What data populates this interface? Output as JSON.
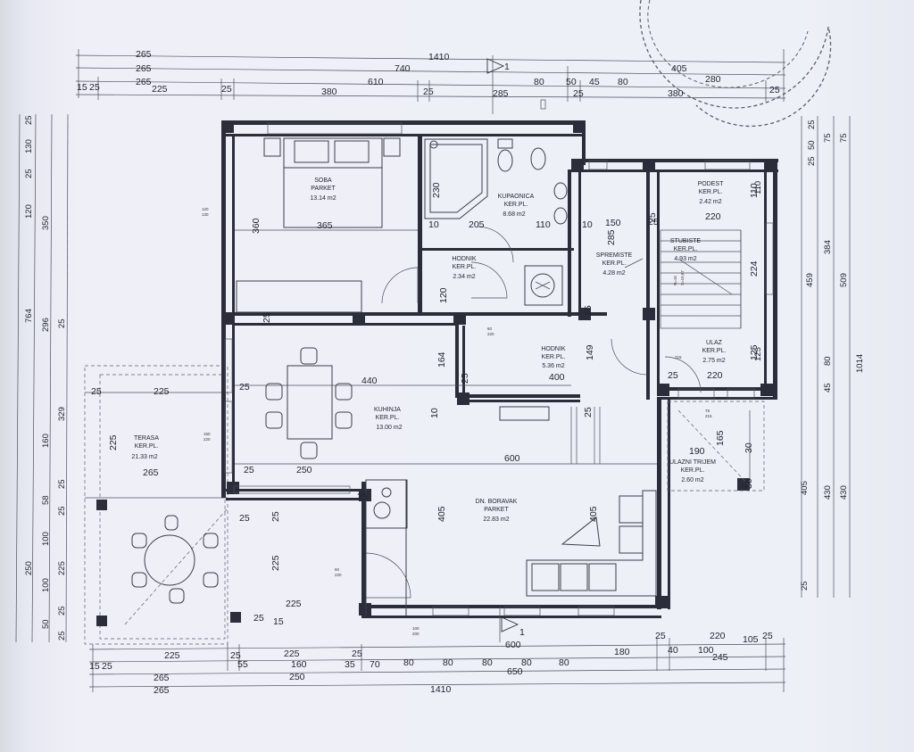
{
  "rooms": [
    {
      "name": "SOBA",
      "floor": "PARKET",
      "area": "13.14 m2"
    },
    {
      "name": "KUPAONICA",
      "floor": "KER.PL.",
      "area": "8.68 m2"
    },
    {
      "name": "HODNIK",
      "floor": "KER.PL.",
      "area": "2.34 m2"
    },
    {
      "name": "SPREMISTE",
      "floor": "KER.PL.",
      "area": "4.28 m2"
    },
    {
      "name": "PODEST",
      "floor": "KER.PL.",
      "area": "2.42 m2"
    },
    {
      "name": "STUBISTE",
      "floor": "KER.PL.",
      "area": "4.93 m2"
    },
    {
      "name": "HODNIK",
      "floor": "KER.PL.",
      "area": "5.36 m2"
    },
    {
      "name": "ULAZ",
      "floor": "KER.PL.",
      "area": "2.75 m2"
    },
    {
      "name": "KUHINJA",
      "floor": "KER.PL.",
      "area": "13.00 m2"
    },
    {
      "name": "TERASA",
      "floor": "KER.PL.",
      "area": "21.33 m2"
    },
    {
      "name": "DN. BORAVAK",
      "floor": "PARKET",
      "area": "22.83 m2"
    },
    {
      "name": "ULAZNI TRIJEM",
      "floor": "KER.PL.",
      "area": "2.60 m2"
    }
  ],
  "section_marks": [
    "1",
    "1"
  ],
  "top_dims": {
    "row1": [
      "265",
      "1410"
    ],
    "row2": [
      "265",
      "740",
      "405"
    ],
    "row3": [
      "265",
      "610",
      "80",
      "50",
      "45",
      "80",
      "280"
    ],
    "row4": [
      "15",
      "25",
      "225",
      "25",
      "380",
      "25",
      "285",
      "25",
      "380",
      "25"
    ]
  },
  "bottom_dims": {
    "row1": [
      "225",
      "25",
      "225",
      "25",
      "600",
      "25",
      "220",
      "25"
    ],
    "row2": [
      "15",
      "25",
      "55",
      "160",
      "35",
      "70",
      "80",
      "80",
      "80",
      "80",
      "80",
      "180",
      "40",
      "100",
      "105"
    ],
    "row3": [
      "265",
      "250",
      "650",
      "245"
    ],
    "row4": [
      "265",
      "1410"
    ]
  },
  "left_dims": [
    "25",
    "130",
    "25",
    "120",
    "350",
    "764",
    "296",
    "25",
    "329",
    "160",
    "25",
    "58",
    "100",
    "25",
    "225",
    "100",
    "250",
    "25",
    "50",
    "25"
  ],
  "right_dims": [
    "25",
    "50",
    "25",
    "110",
    "75",
    "75",
    "384",
    "459",
    "509",
    "1014",
    "125",
    "80",
    "45",
    "430",
    "405",
    "430",
    "25"
  ],
  "interior_dims": [
    "365",
    "360",
    "230",
    "10",
    "205",
    "110",
    "10",
    "150",
    "285",
    "25",
    "220",
    "110",
    "224",
    "120",
    "440",
    "164",
    "149",
    "400",
    "25",
    "220",
    "125",
    "25",
    "225",
    "25",
    "225",
    "265",
    "250",
    "600",
    "405",
    "405",
    "190",
    "165",
    "30",
    "30",
    "225",
    "225",
    "10",
    "25",
    "25",
    "25",
    "25",
    "25",
    "25",
    "25",
    "15",
    "25",
    "25",
    "25"
  ],
  "small_labels": [
    "120",
    "130",
    "160",
    "220",
    "60",
    "220",
    "100",
    "200",
    "60",
    "220",
    "215",
    "78",
    "215",
    "N=16",
    "S=16,67"
  ]
}
